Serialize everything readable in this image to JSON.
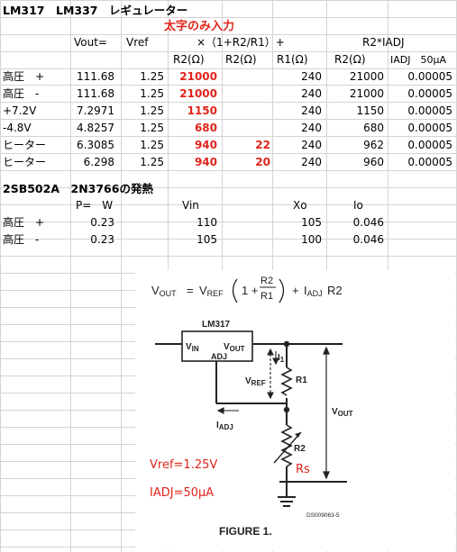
{
  "header": {
    "title": "LM317　LM337　レギュレーター",
    "note": "太字のみ入力",
    "formula_text": "×（1+R2/R1）+",
    "formula_right": "R2*IADJ",
    "col_vout": "Vout=",
    "col_vref": "Vref",
    "col_r2a": "R2(Ω)",
    "col_r2b": "R2(Ω)",
    "col_r1": "R1(Ω)",
    "col_r2c": "R2(Ω)",
    "col_iadj": "IADJ　50μA"
  },
  "rows": [
    {
      "label": "高圧　+",
      "vout": "111.68",
      "vref": "1.25",
      "r2a": "21000",
      "r2b": "",
      "r1": "240",
      "r2c": "21000",
      "iadj": "0.00005"
    },
    {
      "label": "高圧　-",
      "vout": "111.68",
      "vref": "1.25",
      "r2a": "21000",
      "r2b": "",
      "r1": "240",
      "r2c": "21000",
      "iadj": "0.00005"
    },
    {
      "label": "+7.2V",
      "vout": "7.2971",
      "vref": "1.25",
      "r2a": "1150",
      "r2b": "",
      "r1": "240",
      "r2c": "1150",
      "iadj": "0.00005"
    },
    {
      "label": "-4.8V",
      "vout": "4.8257",
      "vref": "1.25",
      "r2a": "680",
      "r2b": "",
      "r1": "240",
      "r2c": "680",
      "iadj": "0.00005"
    },
    {
      "label": "ヒーター",
      "vout": "6.3085",
      "vref": "1.25",
      "r2a": "940",
      "r2b": "22",
      "r1": "240",
      "r2c": "962",
      "iadj": "0.00005"
    },
    {
      "label": "ヒーター",
      "vout": "6.298",
      "vref": "1.25",
      "r2a": "940",
      "r2b": "20",
      "r1": "240",
      "r2c": "960",
      "iadj": "0.00005"
    }
  ],
  "heat": {
    "title": "2SB502A　2N3766の発熱",
    "col_p": "P=　W",
    "col_vin": "Vin",
    "col_xo": "Xo",
    "col_io": "Io",
    "rows": [
      {
        "label": "高圧　+",
        "p": "0.23",
        "vin": "110",
        "xo": "105",
        "io": "0.046"
      },
      {
        "label": "高圧　-",
        "p": "0.23",
        "vin": "105",
        "xo": "100",
        "io": "0.046"
      }
    ]
  },
  "figure": {
    "eq_vout": "V",
    "eq_vout_sub": "OUT",
    "eq_vref": "V",
    "eq_vref_sub": "REF",
    "eq_r2": "R2",
    "eq_r1": "R1",
    "eq_iadj": "I",
    "eq_iadj_sub": "ADJ",
    "eq_tail": "R2",
    "chip": "LM317",
    "vin": "V",
    "vin_sub": "IN",
    "vout_pin": "V",
    "vout_pin_sub": "OUT",
    "adj": "ADJ",
    "i1": "I",
    "i1_sub": "1",
    "vref_label": "V",
    "vref_label_sub": "REF",
    "r1": "R1",
    "r2": "R2",
    "vout_side": "V",
    "vout_side_sub": "OUT",
    "iadj_label": "I",
    "iadj_label_sub": "ADJ",
    "note_vref": "Vref=1.25V",
    "note_iadj": "IADJ=50μA",
    "rs": "Rs",
    "code": "DS009063-5",
    "caption": "FIGURE 1."
  },
  "colors": {
    "red": "#e0241b",
    "grid": "#d4d4d4"
  }
}
